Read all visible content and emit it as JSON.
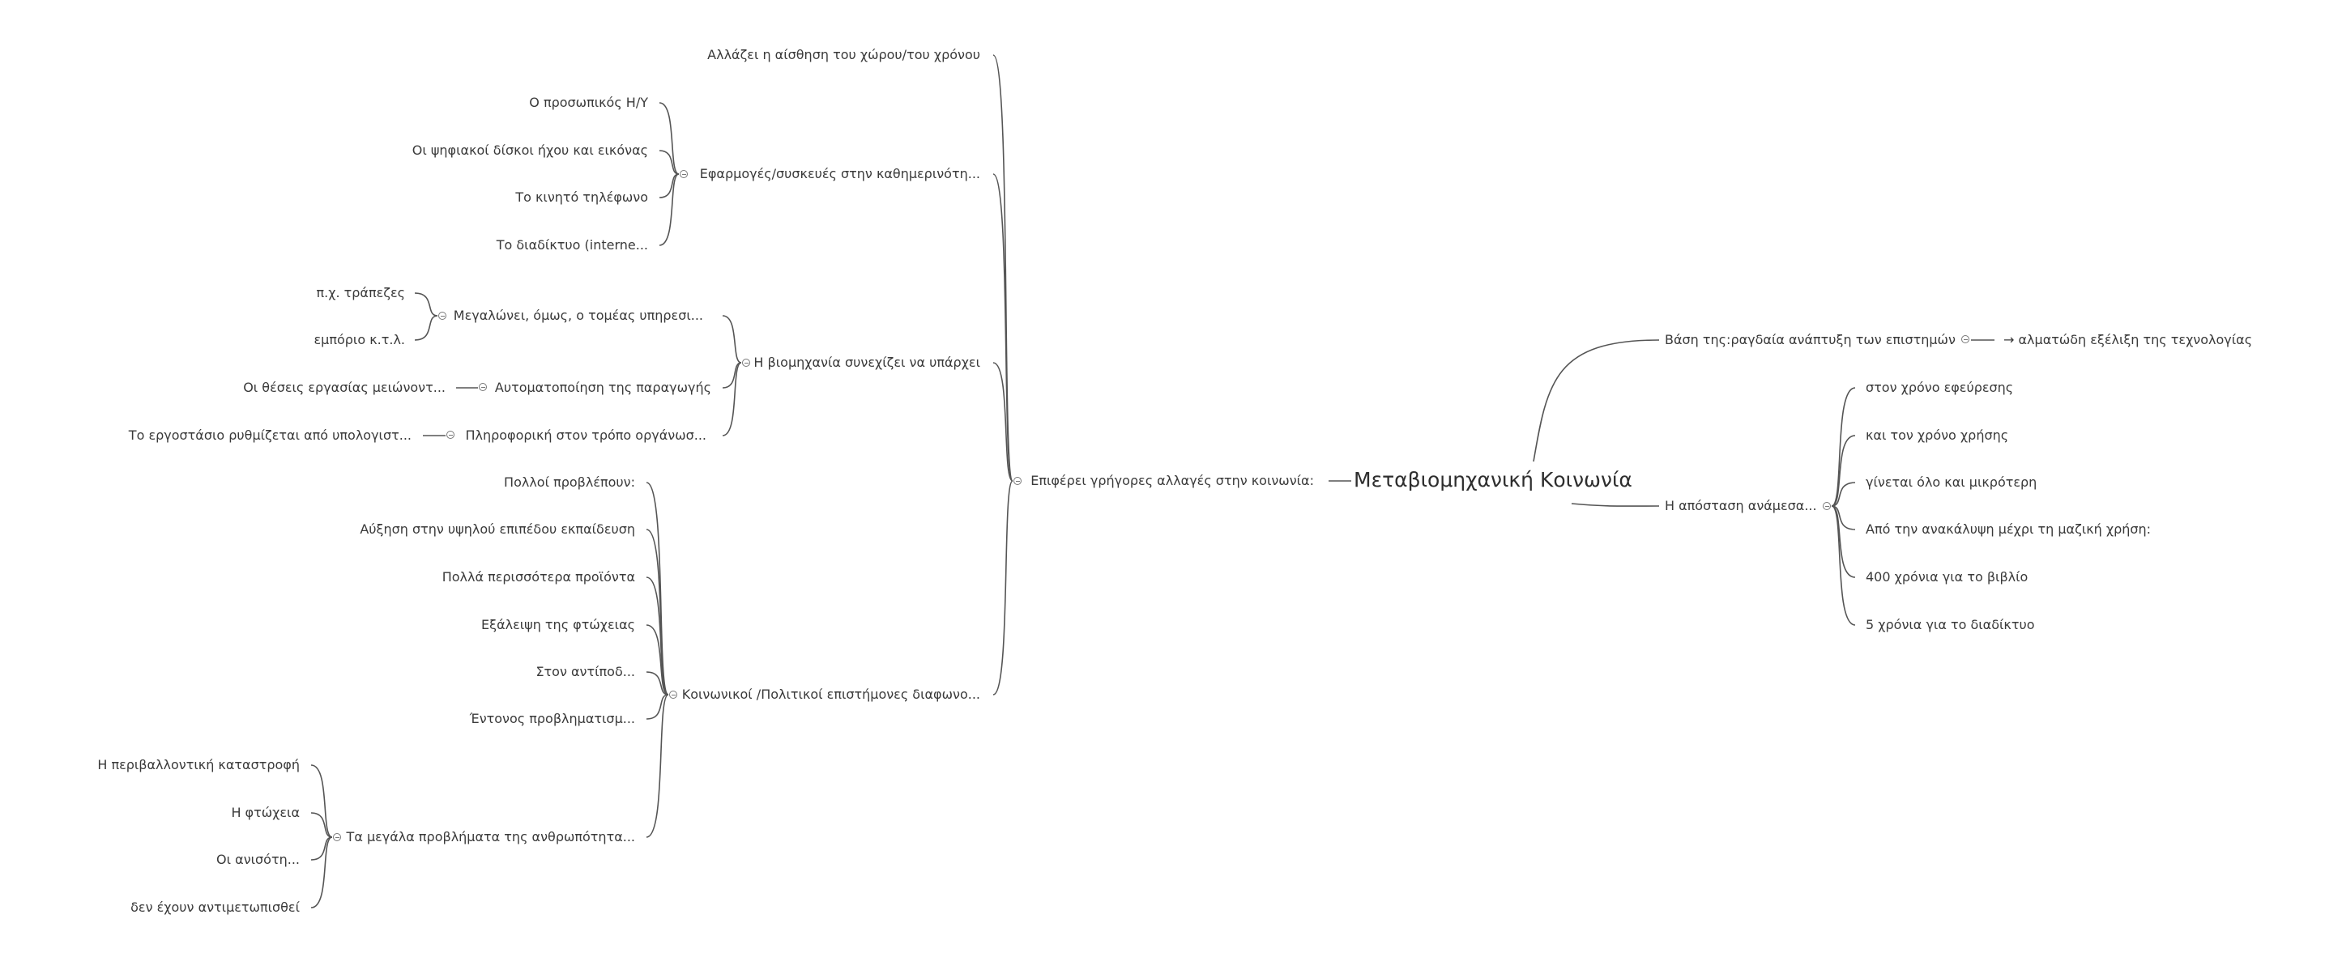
{
  "mindmap": {
    "root": "Μεταβιομηχανική Κοινωνία",
    "left": {
      "hub": "Επιφέρει γρήγορες αλλαγές στην κοινωνία:",
      "change_perception": "Αλλάζει η αίσθηση του χώρου/του χρόνου",
      "applications": {
        "label": "Εφαρμογές/συσκευές  στην καθημερινότη...",
        "items": [
          "Ο προσωπικός Η/Υ",
          "Οι ψηφιακοί δίσκοι ήχου και εικόνας",
          "Το κινητό τηλέφωνο",
          "Το διαδίκτυο (interne..."
        ]
      },
      "industry": {
        "label": "Η βιομηχανία συνεχίζει να υπάρχει",
        "services": {
          "label": "Μεγαλώνει, όμως, ο τομέας υπηρεσι...",
          "items": [
            "π.χ. τράπεζες",
            "εμπόριο κ.τ.λ."
          ]
        },
        "automation": {
          "label": "Αυτοματοποίηση της παραγωγής",
          "items": [
            "Οι θέσεις εργασίας μειώνοντ..."
          ]
        },
        "informatics": {
          "label": "Πληροφορική στον τρόπο οργάνωσ...",
          "items": [
            "Το εργοστάσιο ρυθμίζεται από υπολογιστ..."
          ]
        }
      },
      "scientists": {
        "label": "Κοινωνικοί /Πολιτικοί επιστήμονες διαφωνο...",
        "items": [
          "Πολλοί προβλέπουν:",
          "Αύξηση στην υψηλού επιπέδου εκπαίδευση",
          "Πολλά περισσότερα προϊόντα",
          "Εξάλειψη της φτώχειας",
          "Στον αντίποδ...",
          "Έντονος προβληματισμ..."
        ],
        "problems": {
          "label": "Τα μεγάλα προβλήματα της ανθρωπότητα...",
          "items": [
            "Η περιβαλλοντική καταστροφή",
            "Η φτώχεια",
            "Οι ανισότη...",
            "δεν έχουν αντιμετωπισθεί"
          ]
        }
      }
    },
    "right": {
      "basis": {
        "label": "Βάση της:ραγδαία ανάπτυξη των επιστημών",
        "child": "→ αλματώδη εξέλιξη της τεχνολογίας"
      },
      "distance": {
        "label": "Η απόσταση ανάμεσα...",
        "items": [
          "στον χρόνο εφεύρεσης",
          "και τον χρόνο χρήσης",
          "γίνεται όλο και μικρότερη",
          "Από την ανακάλυψη μέχρι τη μαζική χρήση:",
          "400 χρόνια για το βιβλίο",
          "5 χρόνια για το διαδίκτυο"
        ]
      }
    }
  }
}
